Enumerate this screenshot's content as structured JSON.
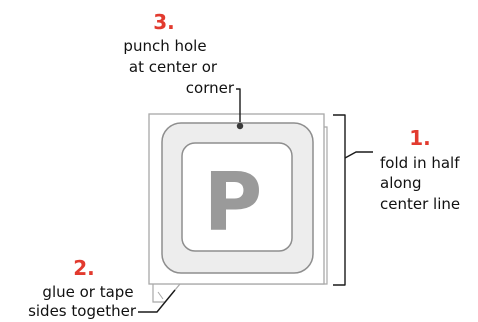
{
  "diagram": {
    "tag": {
      "letter": "P",
      "letter_color": "#9a9a9a",
      "card_fill": "#ffffff",
      "card_edge": "#a8a8a8",
      "frame_fill": "#ededed",
      "frame_edge": "#8e8e8e"
    },
    "steps": [
      {
        "number": "1.",
        "lines": [
          "fold in half",
          "along",
          "center line"
        ]
      },
      {
        "number": "2.",
        "lines": [
          "glue or tape",
          "sides together"
        ]
      },
      {
        "number": "3.",
        "lines": [
          "punch hole",
          "at center or",
          "corner"
        ]
      }
    ],
    "accent_color": "#e23a2e"
  }
}
